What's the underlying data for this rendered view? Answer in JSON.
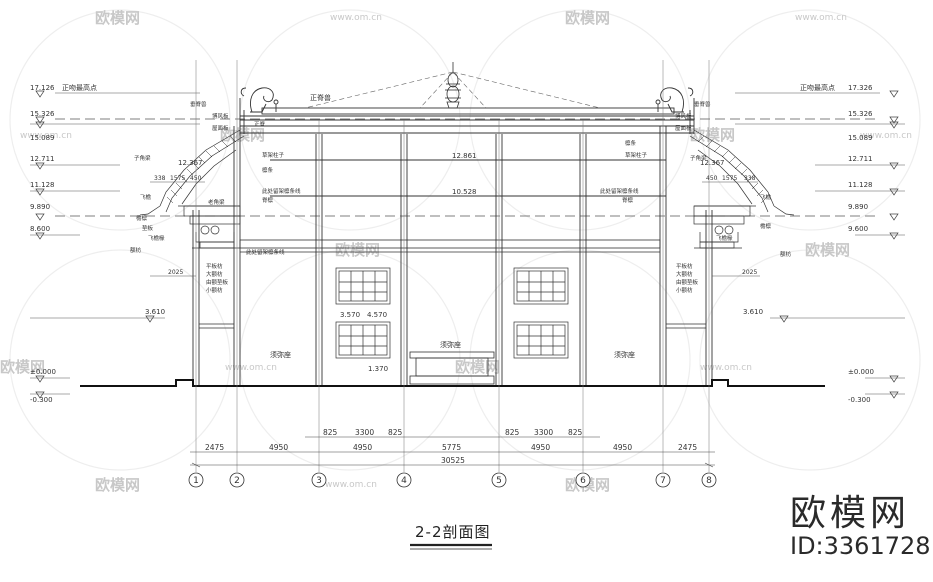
{
  "drawing_title": "2-2剖面图",
  "watermark": {
    "brand": "欧模网",
    "id_text": "ID:3361728",
    "url": "www.om.cn"
  },
  "elevations": {
    "left": [
      "17.126",
      "15.326",
      "15.089",
      "12.711",
      "11.128",
      "9.890",
      "8.600",
      "3.610",
      "±0.000",
      "-0.300"
    ],
    "right": [
      "17.326",
      "15.326",
      "15.089",
      "12.711",
      "11.128",
      "9.890",
      "9.600",
      "3.610",
      "±0.000",
      "-0.300"
    ],
    "ridge_label": "正吻最高点",
    "center": [
      "12.861",
      "10.528",
      "3.570",
      "4.570",
      "1.370",
      "12.367"
    ]
  },
  "dimensions": {
    "upper_row": [
      "825",
      "3300",
      "825",
      "825",
      "3300",
      "825"
    ],
    "middle_row": [
      "2475",
      "4950",
      "4950",
      "5775",
      "4950",
      "4950",
      "2475"
    ],
    "total": "30525",
    "eave_left": [
      "338",
      "1575",
      "450",
      "2025"
    ],
    "eave_right": [
      "450",
      "1575",
      "338",
      "2025"
    ]
  },
  "axes": [
    "1",
    "2",
    "3",
    "4",
    "5",
    "6",
    "7",
    "8"
  ],
  "annotations": {
    "roof_left": [
      "垂脊兽",
      "正脊",
      "博风板",
      "屋面板",
      "草架柱子",
      "檩条",
      "此处留架檩条线",
      "脊檩",
      "飞檐",
      "檐檩",
      "垫板",
      "额枋",
      "子角梁",
      "老角梁",
      "此处留架檩条线"
    ],
    "roof_right": [
      "垂脊兽",
      "博风板",
      "屋面板",
      "檩条",
      "草架柱子",
      "此处留架檩条线",
      "脊檩",
      "飞檐",
      "檐檩",
      "额枋",
      "子角梁"
    ],
    "wall_left": [
      "飞檐椽",
      "平板枋",
      "大额枋",
      "由额垫板",
      "小额枋"
    ],
    "wall_right": [
      "飞檐椽",
      "平板枋",
      "大额枋",
      "由额垫板",
      "小额枋"
    ],
    "floor_labels": [
      "须弥座",
      "须弥座",
      "须弥座"
    ],
    "ridge_top": "正脊兽"
  }
}
